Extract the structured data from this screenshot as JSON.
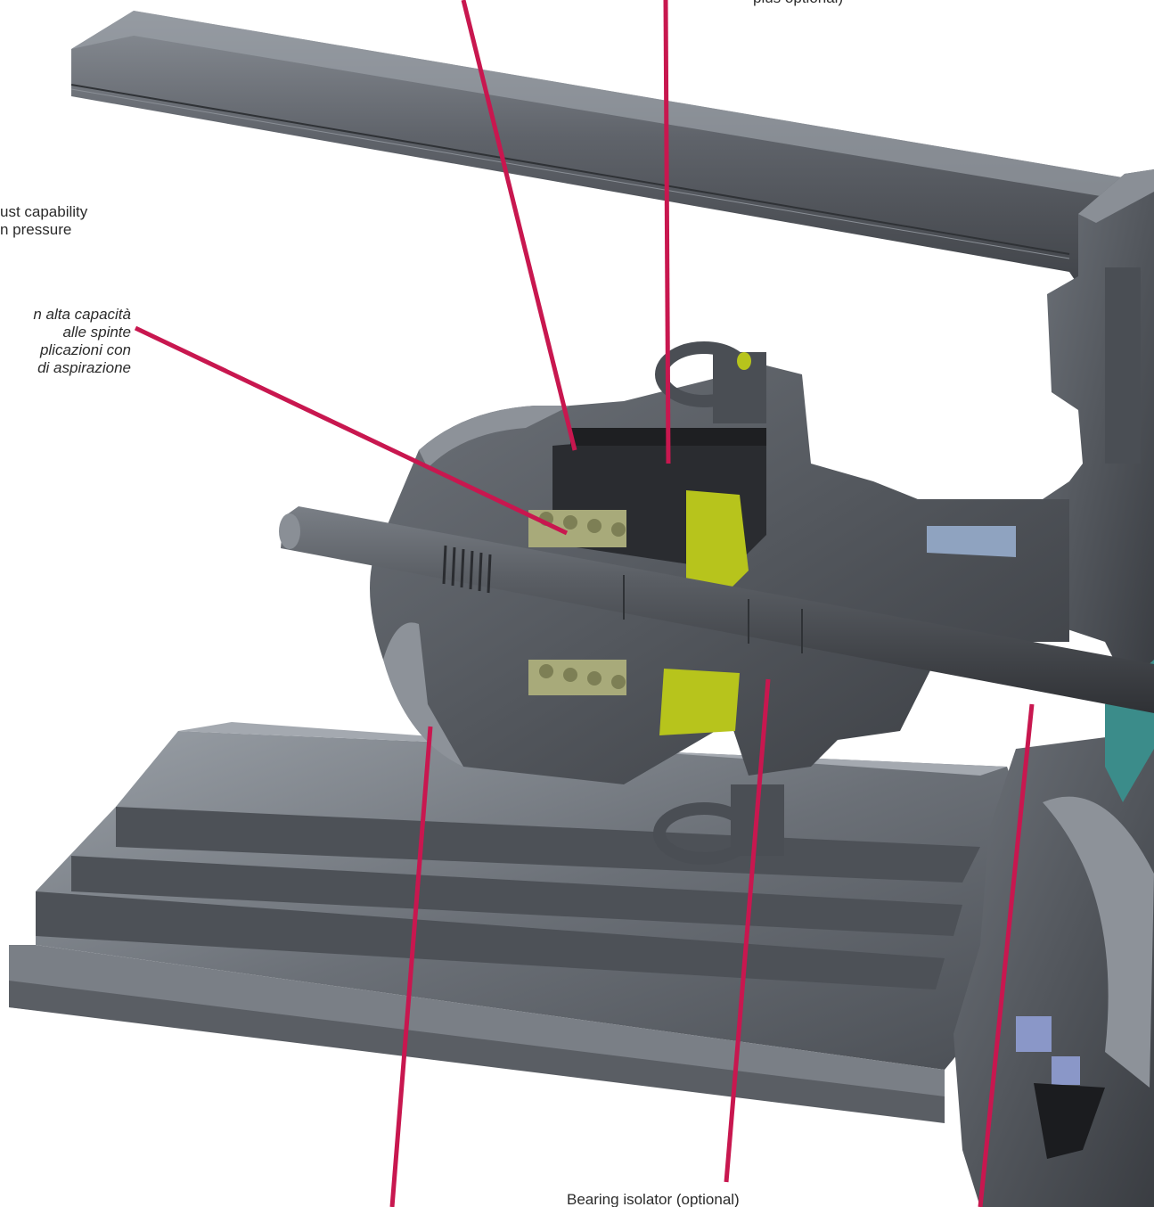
{
  "callouts": {
    "thrust_en": {
      "line1": "ust capability",
      "line2": "n pressure"
    },
    "thrust_it": {
      "line1": "n alta capacità",
      "line2": "alle spinte",
      "line3": "plicazioni con",
      "line4": "di aspirazione"
    },
    "bearing_isolator": {
      "text": "Bearing isolator (optional)"
    },
    "top_label_fragment": {
      "text": "plus optional)"
    }
  },
  "colors": {
    "leader": "#c8174f",
    "housing": "#565a60",
    "housing_dark": "#3d4045",
    "housing_light": "#7c8188",
    "bearing": "#a8aa7a",
    "yellow_part": "#b7c41c",
    "blue_part": "#8a97c8",
    "teal_part": "#3b8c8a"
  }
}
